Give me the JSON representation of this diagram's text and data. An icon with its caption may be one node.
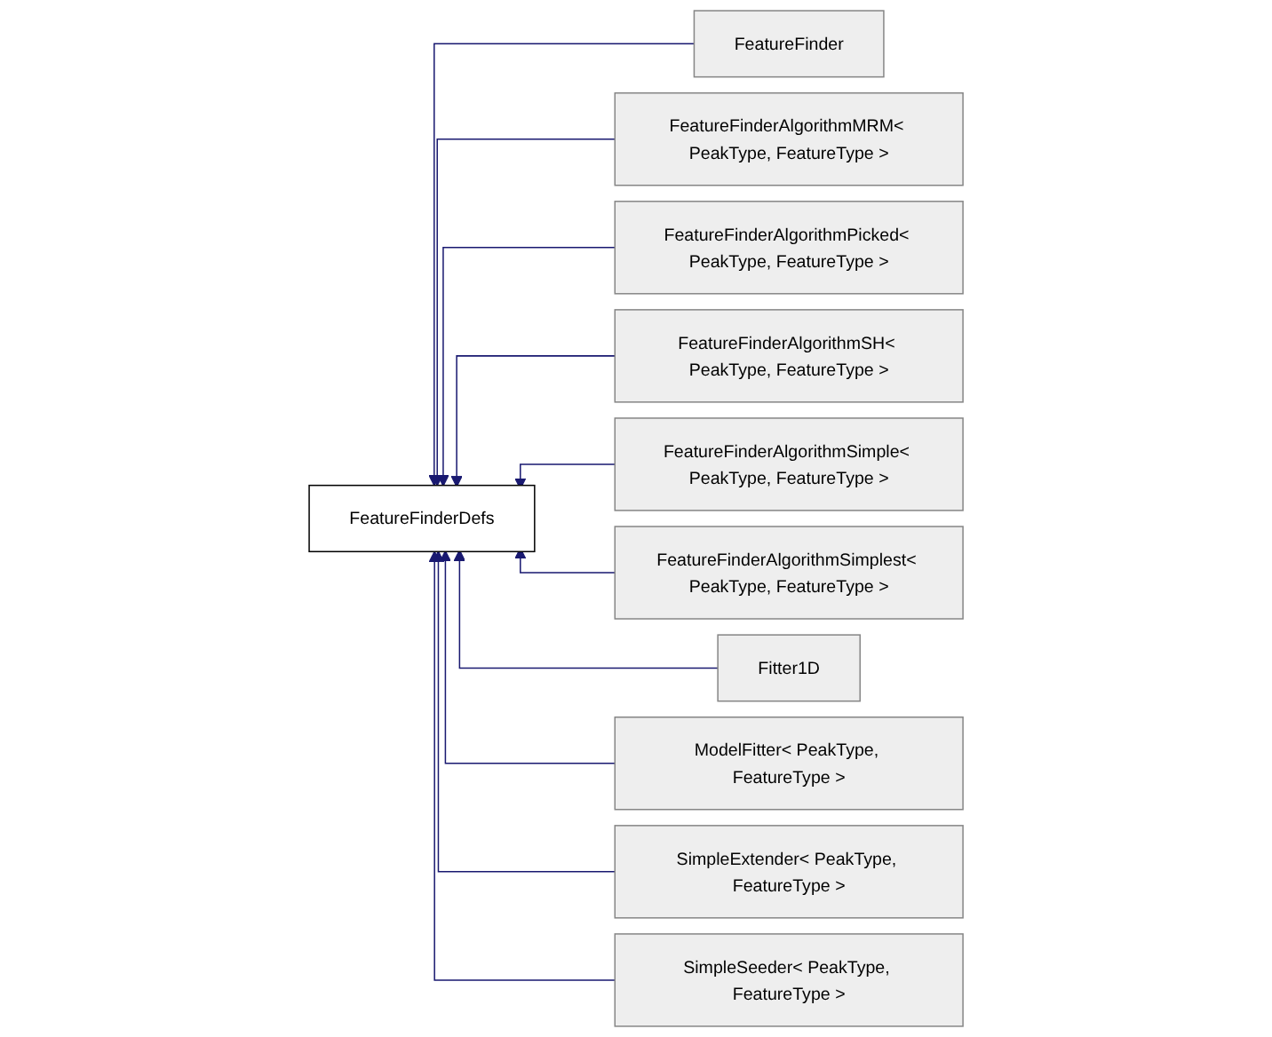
{
  "diagram": {
    "nodes": [
      {
        "text": [
          "FeatureFinderDefs"
        ]
      },
      {
        "text": [
          "FeatureFinder"
        ]
      },
      {
        "text": [
          "FeatureFinderAlgorithmMRM< PeakType, FeatureType >"
        ]
      },
      {
        "text": [
          "FeatureFinderAlgorithmPicked< PeakType, FeatureType >"
        ]
      },
      {
        "text": [
          "FeatureFinderAlgorithmSH< PeakType, FeatureType >"
        ]
      },
      {
        "text": [
          "FeatureFinderAlgorithmSimple< PeakType, FeatureType >"
        ]
      },
      {
        "text": [
          "FeatureFinderAlgorithmSimplest< PeakType, FeatureType >"
        ]
      },
      {
        "text": [
          "Fitter1D"
        ]
      },
      {
        "text": [
          "ModelFitter< PeakType, FeatureType >"
        ]
      },
      {
        "text": [
          "SimpleExtender< PeakType, FeatureType >"
        ]
      },
      {
        "text": [
          "SimpleSeeder< PeakType, FeatureType >"
        ]
      }
    ],
    "edges": [
      {
        "from": 1,
        "to": 0,
        "arrow": "to"
      },
      {
        "from": 2,
        "to": 0,
        "arrow": "to"
      },
      {
        "from": 3,
        "to": 0,
        "arrow": "to"
      },
      {
        "from": 4,
        "to": 0,
        "arrow": "to"
      },
      {
        "from": 5,
        "to": 0,
        "arrow": "to"
      },
      {
        "from": 6,
        "to": 0,
        "arrow": "to"
      },
      {
        "from": 7,
        "to": 0,
        "arrow": "to"
      },
      {
        "from": 8,
        "to": 0,
        "arrow": "to"
      },
      {
        "from": 9,
        "to": 0,
        "arrow": "to"
      },
      {
        "from": 10,
        "to": 0,
        "arrow": "to"
      }
    ]
  }
}
